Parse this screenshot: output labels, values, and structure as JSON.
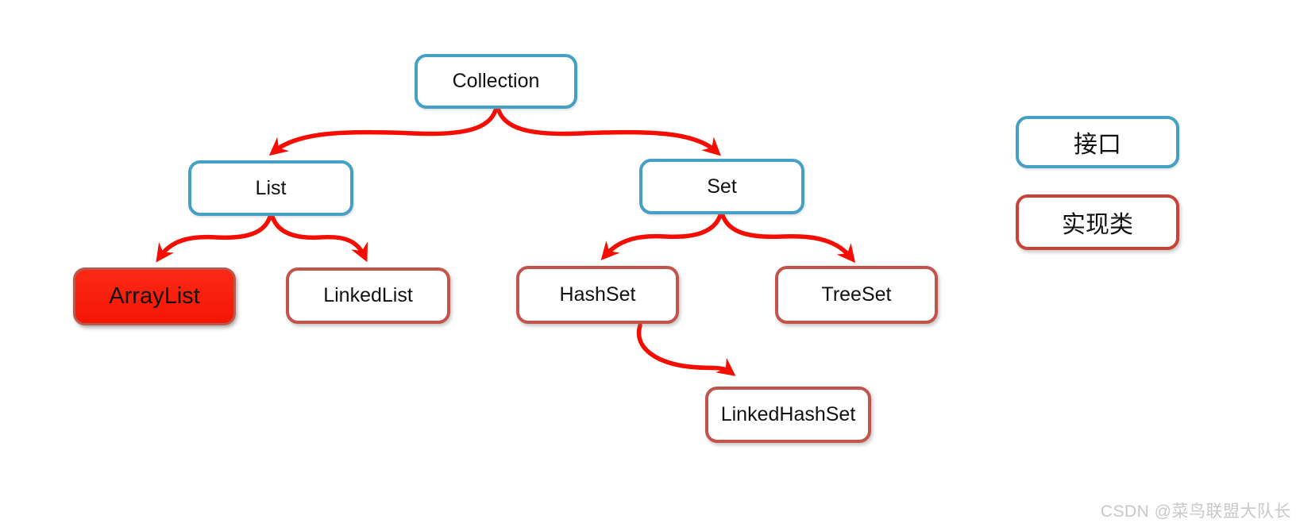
{
  "diagram": {
    "nodes": {
      "collection": {
        "label": "Collection",
        "type": "interface"
      },
      "list": {
        "label": "List",
        "type": "interface"
      },
      "set": {
        "label": "Set",
        "type": "interface"
      },
      "arraylist": {
        "label": "ArrayList",
        "type": "implementation",
        "highlighted": true
      },
      "linkedlist": {
        "label": "LinkedList",
        "type": "implementation"
      },
      "hashset": {
        "label": "HashSet",
        "type": "implementation"
      },
      "treeset": {
        "label": "TreeSet",
        "type": "implementation"
      },
      "linkedhashset": {
        "label": "LinkedHashSet",
        "type": "implementation"
      }
    },
    "edges": [
      {
        "from": "Collection",
        "to": "List"
      },
      {
        "from": "Collection",
        "to": "Set"
      },
      {
        "from": "List",
        "to": "ArrayList"
      },
      {
        "from": "List",
        "to": "LinkedList"
      },
      {
        "from": "Set",
        "to": "HashSet"
      },
      {
        "from": "Set",
        "to": "TreeSet"
      },
      {
        "from": "HashSet",
        "to": "LinkedHashSet"
      }
    ]
  },
  "legend": {
    "interface_label": "接口",
    "implementation_label": "实现类"
  },
  "watermark": "CSDN @菜鸟联盟大队长",
  "colors": {
    "interface_border": "#44a0c4",
    "implementation_border": "#c2544b",
    "legend_implementation_border": "#c8423a",
    "highlight_fill": "#fb1b0c",
    "arrow": "#f40d00",
    "text": "#111111",
    "watermark": "#c8c8c8",
    "background": "#ffffff"
  }
}
